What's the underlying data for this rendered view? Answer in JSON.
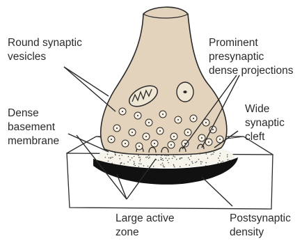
{
  "labels": {
    "round_vesicles": [
      "Round synaptic",
      "vesicles"
    ],
    "dense_projections": [
      "Prominent",
      "presynaptic",
      "dense projections"
    ],
    "dense_basement": [
      "Dense",
      "basement",
      "membrane"
    ],
    "wide_cleft": [
      "Wide",
      "synaptic",
      "cleft"
    ],
    "active_zone": [
      "Large active",
      "zone"
    ],
    "postsynaptic_density": [
      "Postsynaptic",
      "density"
    ]
  },
  "colors": {
    "terminal_fill": "#e3d3bc",
    "terminal_stroke": "#2a2a2a",
    "vesicle_fill": "#f6efe2",
    "cleft_fill": "#f7f4ec",
    "slab_fill": "#ffffff",
    "density_fill": "#111111",
    "text": "#2a2a2a"
  }
}
